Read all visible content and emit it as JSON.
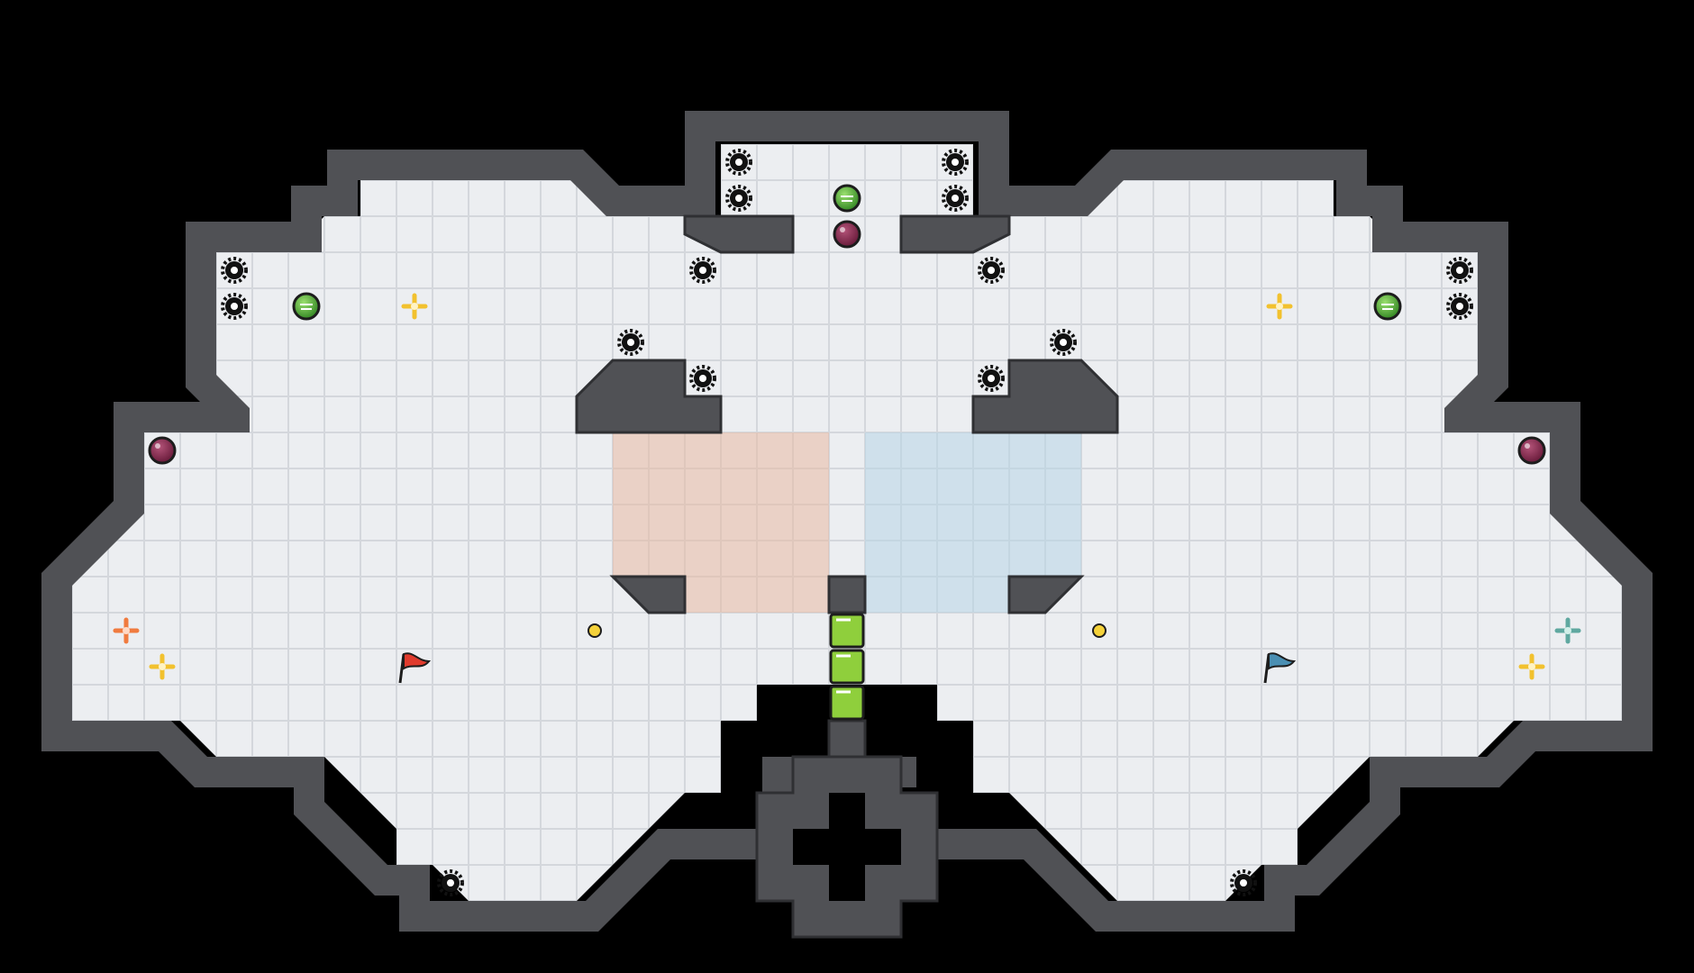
{
  "game": {
    "name": "",
    "colors": {
      "background": "#000000",
      "floor": "#eceef1",
      "floor_tile_edge": "#d4d7dc",
      "wall": "#505155",
      "wall_outline": "#2f3033",
      "wall_highlight": "#c9ccd1",
      "red_team": "#e8b9a3",
      "blue_team": "#b8d4e6",
      "gate_green": "#8fcf3c",
      "spike": "#111111",
      "bomb": "#8b2c52",
      "boost_green": "#6cc04a",
      "powerup_yellow": "#f2c12e",
      "red_spawn_marker": "#f07b3f",
      "blue_spawn_marker": "#5fa8a0",
      "toggle_button": "#f5d23a",
      "red_flag": "#e03b2d",
      "blue_flag": "#4a8fb3"
    },
    "walls": [
      [
        [
          40,
          20
        ],
        [
          42,
          20
        ],
        [
          42,
          21
        ],
        [
          44,
          21
        ],
        [
          44,
          22
        ],
        [
          45,
          22
        ],
        [
          45,
          23
        ],
        [
          46,
          23
        ],
        [
          46,
          24
        ],
        [
          47,
          24
        ],
        [
          47,
          25
        ],
        [
          50,
          25
        ],
        [
          50,
          24
        ],
        [
          49,
          24
        ],
        [
          49,
          23
        ],
        [
          48,
          23
        ],
        [
          48,
          22
        ],
        [
          47,
          22
        ],
        [
          47,
          21
        ],
        [
          45,
          21
        ],
        [
          45,
          20
        ],
        [
          43,
          20
        ],
        [
          43,
          19
        ],
        [
          40,
          19
        ]
      ]
    ],
    "team_zones": [
      {
        "team": "red",
        "shown": true
      },
      {
        "team": "blue",
        "shown": true
      }
    ],
    "gates": [
      {
        "state": "green"
      },
      {
        "state": "green"
      },
      {
        "state": "green"
      }
    ],
    "entities": [
      {
        "type": "spike",
        "count": 16
      },
      {
        "type": "bomb",
        "count": 3
      },
      {
        "type": "boost",
        "count": 3
      },
      {
        "type": "powerup",
        "count": 4
      },
      {
        "type": "spawn-red",
        "count": 1
      },
      {
        "type": "spawn-blue",
        "count": 1
      },
      {
        "type": "button",
        "count": 2
      },
      {
        "type": "flag-red",
        "count": 1
      },
      {
        "type": "flag-blue",
        "count": 1
      }
    ]
  }
}
